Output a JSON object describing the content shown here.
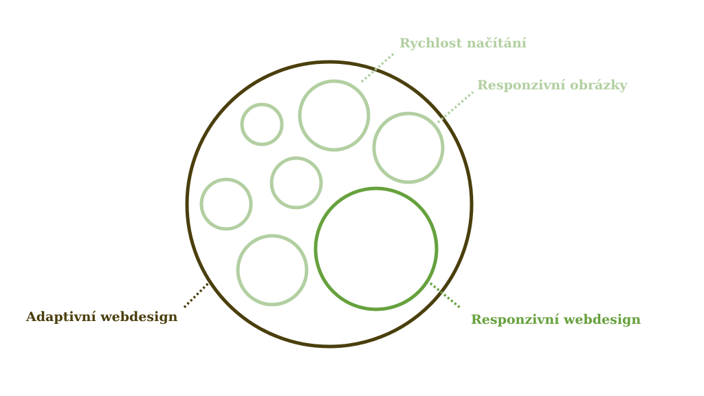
{
  "labels": {
    "load_speed": "Rychlost načítání",
    "responsive_images": "Responzivní obrázky",
    "adaptive_webdesign": "Adaptivní webdesign",
    "responsive_webdesign": "Responzivní webdesign"
  },
  "colors": {
    "dark_olive": "#4a3f0d",
    "light_green": "#b2cfa1",
    "medium_green": "#66a13d",
    "background": "#ffffff"
  }
}
